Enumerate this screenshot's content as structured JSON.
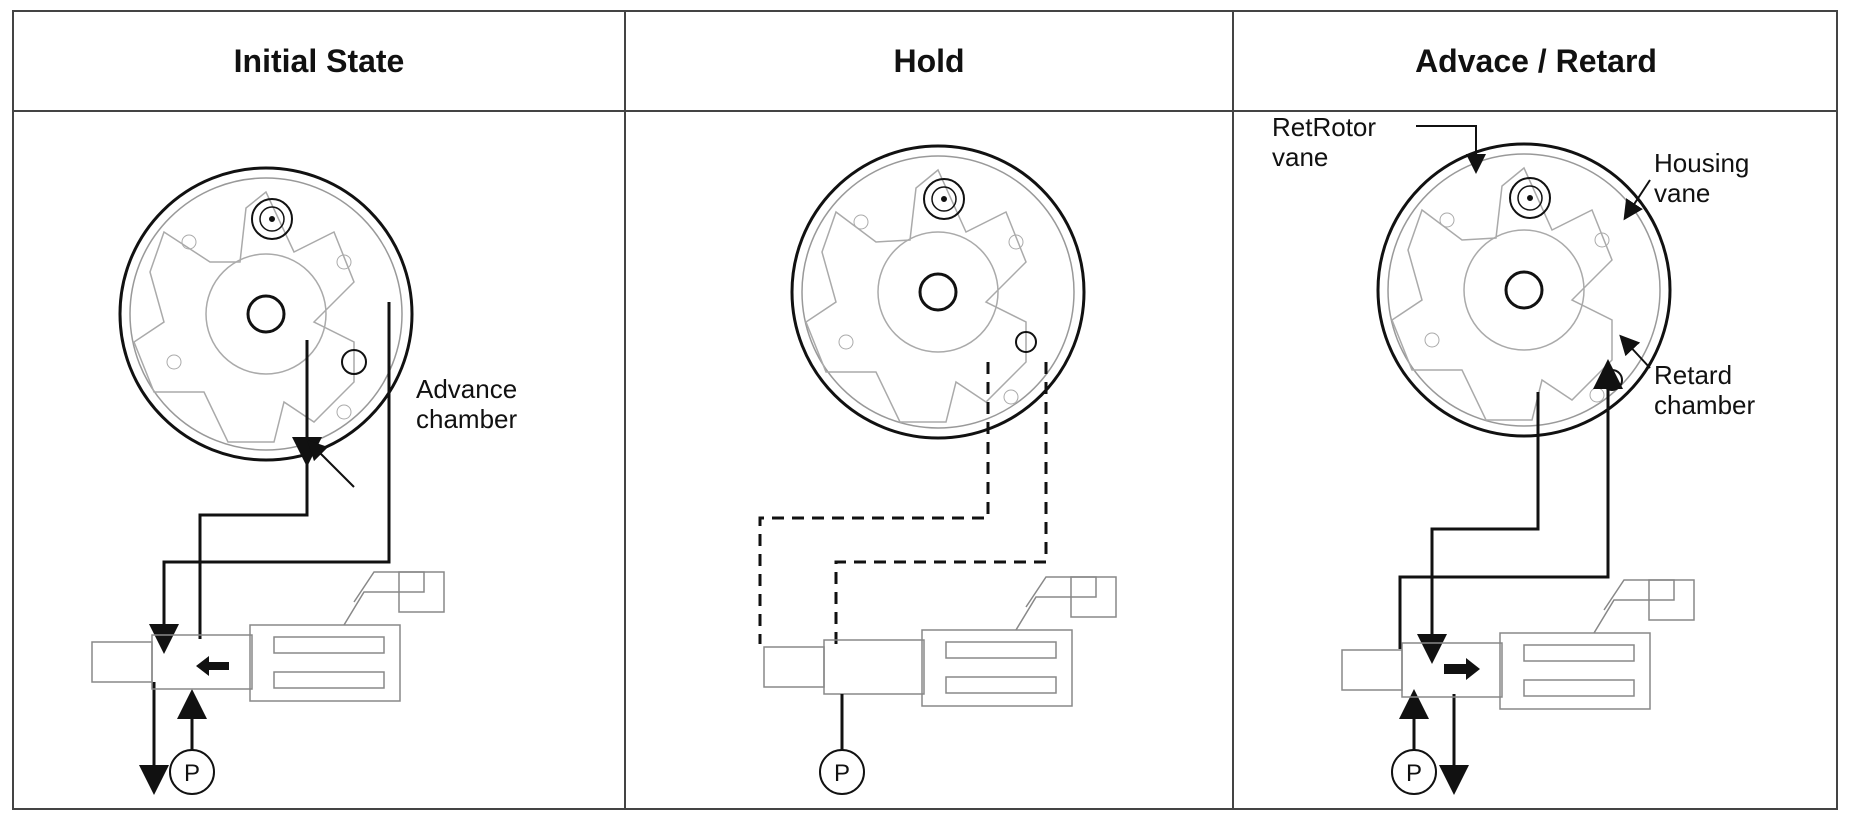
{
  "panels": [
    {
      "title": "Initial State",
      "labels": {
        "advance_chamber": "Advance\nchamber"
      },
      "pump_symbol": "P"
    },
    {
      "title": "Hold",
      "pump_symbol": "P"
    },
    {
      "title": "Advace / Retard",
      "labels": {
        "rotor_vane": "RetRotor\nvane",
        "housing_vane": "Housing\nvane",
        "retard_chamber": "Retard\nchamber"
      },
      "pump_symbol": "P"
    }
  ],
  "colors": {
    "line": "#111111",
    "faint": "#999999",
    "border": "#444444"
  }
}
